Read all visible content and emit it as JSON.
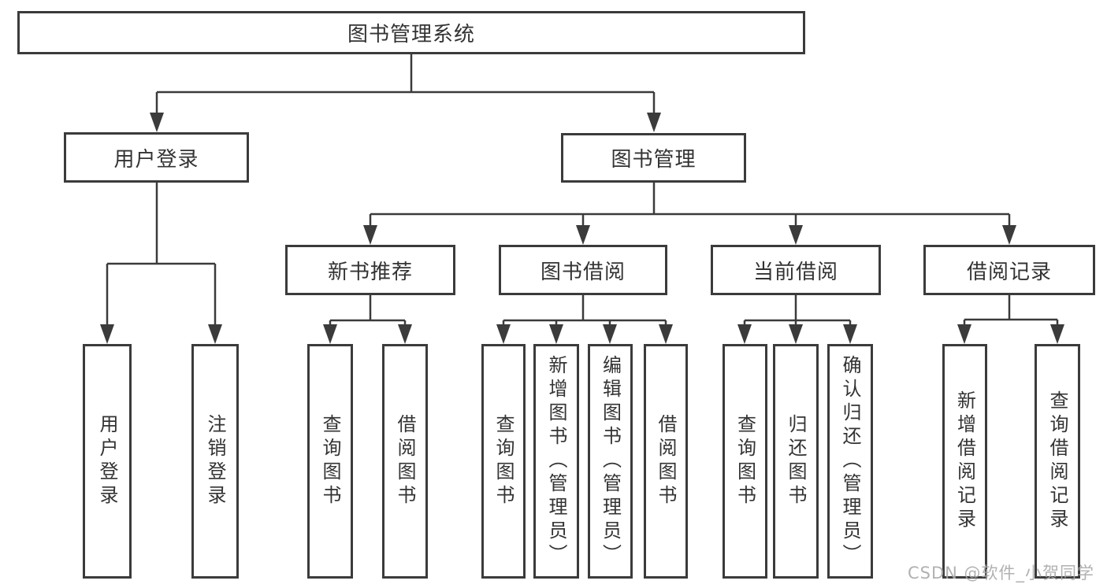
{
  "tree": {
    "root": {
      "label": "图书管理系统",
      "children": [
        {
          "label": "用户登录",
          "children": [
            {
              "label": "用户登录"
            },
            {
              "label": "注销登录"
            }
          ]
        },
        {
          "label": "图书管理",
          "children": [
            {
              "label": "新书推荐",
              "children": [
                {
                  "label": "查询图书"
                },
                {
                  "label": "借阅图书"
                }
              ]
            },
            {
              "label": "图书借阅",
              "children": [
                {
                  "label": "查询图书"
                },
                {
                  "label": "新增图书（管理员）"
                },
                {
                  "label": "编辑图书（管理员）"
                },
                {
                  "label": "借阅图书"
                }
              ]
            },
            {
              "label": "当前借阅",
              "children": [
                {
                  "label": "查询图书"
                },
                {
                  "label": "归还图书"
                },
                {
                  "label": "确认归还（管理员）"
                }
              ]
            },
            {
              "label": "借阅记录",
              "children": [
                {
                  "label": "新增借阅记录"
                },
                {
                  "label": "查询借阅记录"
                }
              ]
            }
          ]
        }
      ]
    }
  },
  "colors": {
    "line": "#3b3b3b",
    "text": "#333333",
    "box_background": "#ffffff",
    "watermark": "#a8a8a8"
  },
  "watermark": {
    "text": "CSDN @软件_小贺同学"
  }
}
